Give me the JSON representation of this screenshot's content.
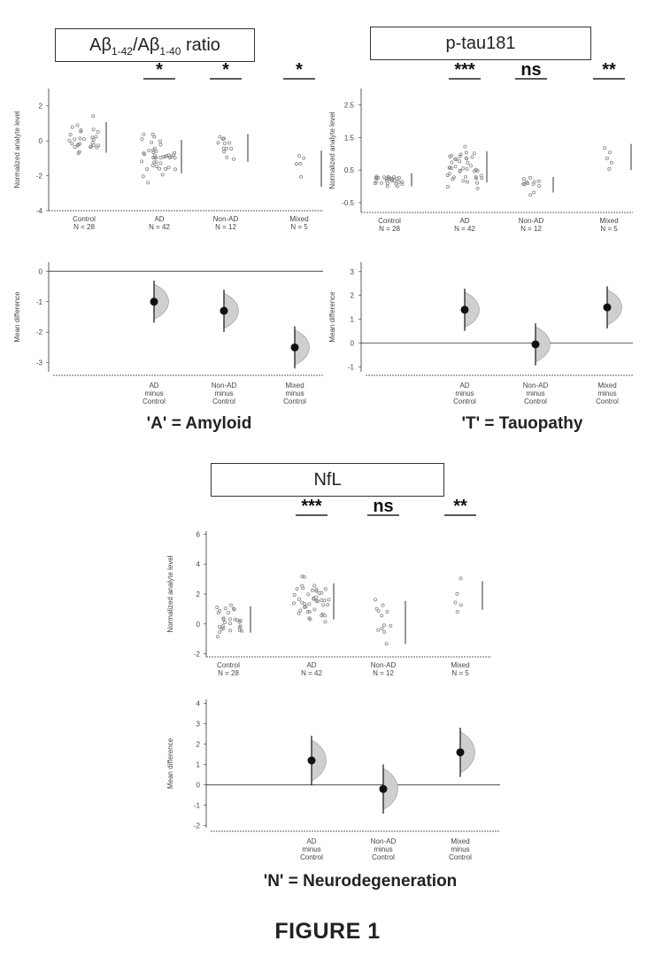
{
  "figure_title": "FIGURE 1",
  "panels": [
    {
      "title_html": "Aβ<sub>1-42</sub>/Aβ<sub>1-40</sub> ratio",
      "caption": "'A' = Amyloid"
    },
    {
      "title": "p-tau181",
      "caption": "'T' = Tauopathy"
    },
    {
      "title": "NfL",
      "caption": "'N' = Neurodegeneration"
    }
  ],
  "colors": {
    "points": "#888888",
    "axis": "#333333",
    "mean_dot": "#111111",
    "sig_line": "#222222"
  },
  "chart_data": [
    {
      "type": "scatter",
      "title": "Aβ1-42/Aβ1-40 ratio",
      "ylabel": "Normalized analyte level",
      "categories": [
        "Control\nN = 28",
        "AD\nN = 42",
        "Non-AD\nN = 12",
        "Mixed\nN = 5"
      ],
      "yticks": [
        2,
        0,
        -2,
        -4
      ],
      "ylim": [
        -4,
        3
      ],
      "significance": [
        "",
        "*",
        "*",
        "*"
      ],
      "series": [
        {
          "group": "Control",
          "n": 28,
          "mean": 0.2,
          "spread": 1.1
        },
        {
          "group": "AD",
          "n": 42,
          "mean": -0.9,
          "spread": 1.2
        },
        {
          "group": "Non-AD",
          "n": 12,
          "mean": -0.4,
          "spread": 1.0
        },
        {
          "group": "Mixed",
          "n": 5,
          "mean": -1.6,
          "spread": 1.3
        }
      ],
      "effect_size": {
        "ylabel": "Mean difference",
        "yticks": [
          0,
          -1,
          -2,
          -3
        ],
        "ylim": [
          -3.3,
          0.3
        ],
        "categories": [
          "AD\nminus\nControl",
          "Non-AD\nminus\nControl",
          "Mixed\nminus\nControl"
        ],
        "values": [
          -1.0,
          -1.3,
          -2.5
        ]
      }
    },
    {
      "type": "scatter",
      "title": "p-tau181",
      "ylabel": "Normalized analyte level",
      "categories": [
        "Control\nN = 28",
        "AD\nN = 42",
        "Non-AD\nN = 12",
        "Mixed\nN = 5"
      ],
      "yticks": [
        2.5,
        1.5,
        0.5,
        -0.5
      ],
      "ylim": [
        -0.8,
        3.0
      ],
      "significance": [
        "",
        "***",
        "ns",
        "**"
      ],
      "series": [
        {
          "group": "Control",
          "n": 28,
          "mean": 0.2,
          "spread": 0.25
        },
        {
          "group": "AD",
          "n": 42,
          "mean": 0.6,
          "spread": 0.6
        },
        {
          "group": "Non-AD",
          "n": 12,
          "mean": 0.05,
          "spread": 0.3
        },
        {
          "group": "Mixed",
          "n": 5,
          "mean": 0.9,
          "spread": 0.5
        }
      ],
      "effect_size": {
        "ylabel": "Mean difference",
        "yticks": [
          3,
          2,
          1,
          0,
          -1
        ],
        "ylim": [
          -1.2,
          3.4
        ],
        "categories": [
          "AD\nminus\nControl",
          "Non-AD\nminus\nControl",
          "Mixed\nminus\nControl"
        ],
        "values": [
          1.4,
          -0.05,
          1.5
        ]
      }
    },
    {
      "type": "scatter",
      "title": "NfL",
      "ylabel": "Normalized analyte level",
      "categories": [
        "Control\nN = 28",
        "AD\nN = 42",
        "Non-AD\nN = 12",
        "Mixed\nN = 5"
      ],
      "yticks": [
        6,
        4,
        2,
        0,
        -2
      ],
      "ylim": [
        -2.2,
        6.2
      ],
      "significance": [
        "",
        "***",
        "ns",
        "**"
      ],
      "series": [
        {
          "group": "Control",
          "n": 28,
          "mean": 0.3,
          "spread": 1.1
        },
        {
          "group": "AD",
          "n": 42,
          "mean": 1.5,
          "spread": 1.5
        },
        {
          "group": "Non-AD",
          "n": 12,
          "mean": 0.1,
          "spread": 1.8
        },
        {
          "group": "Mixed",
          "n": 5,
          "mean": 1.9,
          "spread": 1.2
        }
      ],
      "effect_size": {
        "ylabel": "Mean difference",
        "yticks": [
          4,
          3,
          2,
          1,
          0,
          -1,
          -2
        ],
        "ylim": [
          -2.1,
          4.2
        ],
        "categories": [
          "AD\nminus\nControl",
          "Non-AD\nminus\nControl",
          "Mixed\nminus\nControl"
        ],
        "values": [
          1.2,
          -0.2,
          1.6
        ]
      }
    }
  ]
}
